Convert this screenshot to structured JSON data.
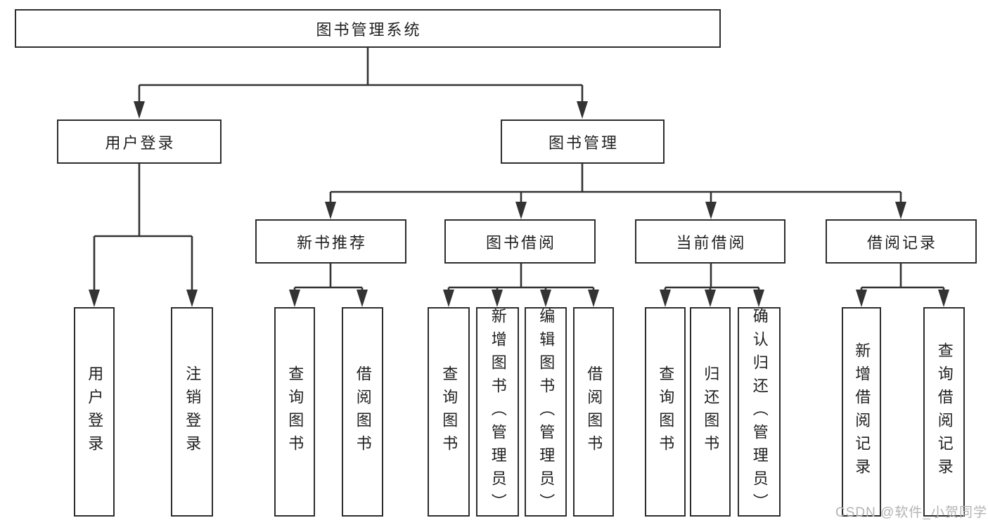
{
  "tree": {
    "root": {
      "label": "图书管理系统"
    },
    "user_login": {
      "label": "用户登录",
      "leaves": [
        {
          "label": "用户登录"
        },
        {
          "label": "注销登录"
        }
      ]
    },
    "book_management": {
      "label": "图书管理",
      "sections": [
        {
          "label": "新书推荐",
          "leaves": [
            {
              "label": "查询图书"
            },
            {
              "label": "借阅图书"
            }
          ]
        },
        {
          "label": "图书借阅",
          "leaves": [
            {
              "label": "查询图书"
            },
            {
              "label": "新增图书（管理员）"
            },
            {
              "label": "编辑图书（管理员）"
            },
            {
              "label": "借阅图书"
            }
          ]
        },
        {
          "label": "当前借阅",
          "leaves": [
            {
              "label": "查询图书"
            },
            {
              "label": "归还图书"
            },
            {
              "label": "确认归还（管理员）"
            }
          ]
        },
        {
          "label": "借阅记录",
          "leaves": [
            {
              "label": "新增借阅记录"
            },
            {
              "label": "查询借阅记录"
            }
          ]
        }
      ]
    }
  },
  "watermark": {
    "text": "CSDN @软件_小贺同学"
  },
  "colors": {
    "line": "#333333",
    "box_border": "#2d2d2d",
    "text": "#1f1f1f",
    "background": "#ffffff",
    "watermark": "#b3b3b3"
  }
}
